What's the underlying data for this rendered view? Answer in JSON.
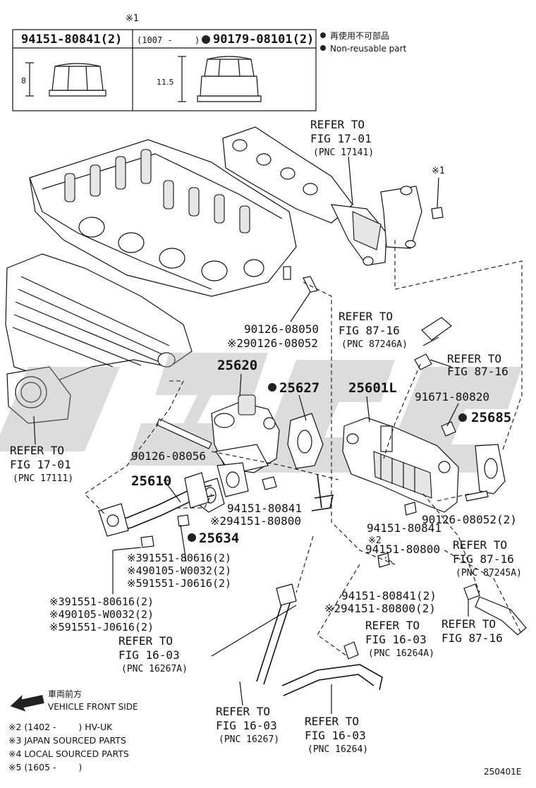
{
  "header_table": {
    "note_ref": "※1",
    "cell_left_part": "94151-80841(2)",
    "cell_mid_range": "(1007 -",
    "cell_mid_close": ")",
    "cell_right_part": "90179-08101(2)",
    "dim_left": "8",
    "dim_right": "11.5"
  },
  "legend": {
    "jp": "再使用不可部品",
    "en": "Non-reusable part"
  },
  "refs": {
    "exhaust_manifold": [
      "REFER TO",
      "FIG 17-01",
      "(PNC 17141)"
    ],
    "intake_manifold": [
      "REFER TO",
      "FIG 17-01",
      "(PNC 17111)"
    ],
    "hose_87246a": [
      "REFER TO",
      "FIG 87-16",
      "(PNC 87246A)"
    ],
    "clamp_87_16": [
      "REFER TO",
      "FIG 87-16"
    ],
    "hose_87245a": [
      "REFER TO",
      "FIG 87-16",
      "(PNC 87245A)"
    ],
    "hose_87_16_b": [
      "REFER TO",
      "FIG 87-16"
    ],
    "pipe_16267a": [
      "REFER TO",
      "FIG 16-03",
      "(PNC 16267A)"
    ],
    "pipe_16264a": [
      "REFER TO",
      "FIG 16-03",
      "(PNC 16264A)"
    ],
    "pipe_16267": [
      "REFER TO",
      "FIG 16-03",
      "(PNC 16267)"
    ],
    "pipe_16264": [
      "REFER TO",
      "FIG 16-03",
      "(PNC 16264)"
    ]
  },
  "callouts": {
    "note1_nut": "※1",
    "stud_a": "90126-08050",
    "stud_a_alt": "※290126-08052",
    "egr_valve": "25620",
    "gasket_a": "25627",
    "egr_cooler": "25601L",
    "bolt_cooler": "91671-80820",
    "gasket_b": "25685",
    "stud_b": "90126-08056",
    "egr_pipe": "25610",
    "nut_a": "94151-80841",
    "nut_a_alt": "※294151-80800",
    "gasket_c": "25634",
    "bolt_set_a": [
      "※391551-80616(2)",
      "※490105-W0032(2)",
      "※591551-J0616(2)"
    ],
    "bolt_set_b": [
      "※391551-80616(2)",
      "※490105-W0032(2)",
      "※591551-J0616(2)"
    ],
    "nut_b": "94151-80841",
    "nut_b_alt": "※2",
    "nut_b_alt2": "94151-80800",
    "stud_c": "90126-08052(2)",
    "nut_c": "94151-80841(2)",
    "nut_c_alt": "※294151-80800(2)"
  },
  "front": {
    "jp": "車両前方",
    "en": "VEHICLE FRONT SIDE"
  },
  "notes": [
    "※2 (1402 -        ) HV-UK",
    "※3 JAPAN SOURCED PARTS",
    "※4 LOCAL SOURCED PARTS",
    "※5 (1605 -        )"
  ],
  "figure_id": "250401E"
}
